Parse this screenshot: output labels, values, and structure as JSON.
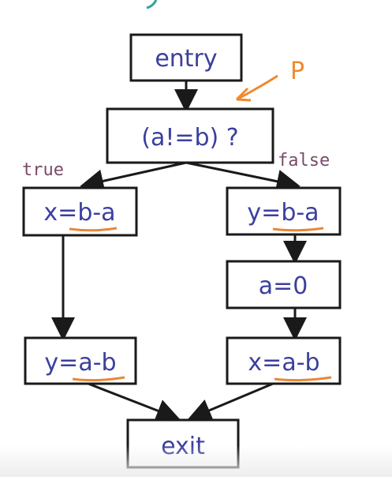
{
  "colors": {
    "text": "#3b3f9e",
    "stroke": "#1a1a1a",
    "underline": "#e8873a",
    "annotation": "#f08a2c",
    "edge_label": "#7a4a6a"
  },
  "nodes": {
    "entry": {
      "label": "entry"
    },
    "cond": {
      "label": "(a!=b) ?"
    },
    "left1": {
      "label": "x=b-a",
      "prefix": "x=",
      "underlined": "b-a"
    },
    "left2": {
      "label": "y=a-b",
      "prefix": "y=",
      "underlined": "a-b"
    },
    "right1": {
      "label": "y=b-a",
      "prefix": "y=",
      "underlined": "b-a"
    },
    "right2": {
      "label": "a=0"
    },
    "right3": {
      "label": "x=a-b",
      "prefix": "x=",
      "underlined": "a-b"
    },
    "exit": {
      "label": "exit"
    }
  },
  "edges": [
    {
      "from": "entry",
      "to": "cond"
    },
    {
      "from": "cond",
      "to": "left1",
      "label": "true"
    },
    {
      "from": "cond",
      "to": "right1",
      "label": "false"
    },
    {
      "from": "left1",
      "to": "left2"
    },
    {
      "from": "right1",
      "to": "right2"
    },
    {
      "from": "right2",
      "to": "right3"
    },
    {
      "from": "left2",
      "to": "exit"
    },
    {
      "from": "right3",
      "to": "exit"
    }
  ],
  "edge_labels": {
    "true": "true",
    "false": "false"
  },
  "annotation": {
    "label": "P"
  }
}
